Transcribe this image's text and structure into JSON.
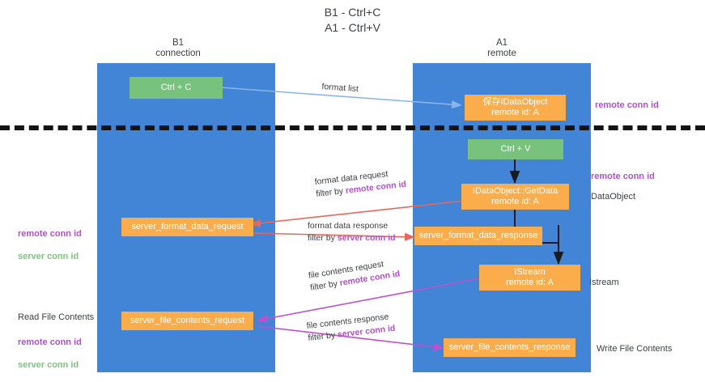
{
  "diagram": {
    "title": "B1 - Ctrl+C\nA1 - Ctrl+V",
    "lanes": [
      {
        "id": "b1",
        "title": "B1\nconnection",
        "color": "#4285d6"
      },
      {
        "id": "a1",
        "title": "A1\nremote",
        "color": "#4285d6"
      }
    ],
    "divider": {
      "style": "dashed",
      "color": "#141414"
    },
    "nodes": [
      {
        "id": "ctrl-c",
        "label": "Ctrl + C",
        "sub": "",
        "color": "#77c37d",
        "lane": "b1"
      },
      {
        "id": "save-idataobject",
        "label": "IDataObject",
        "overlay": "保存",
        "sub": "remote id: A",
        "color": "#fbad4c",
        "lane": "a1"
      },
      {
        "id": "ctrl-v",
        "label": "Ctrl + V",
        "sub": "",
        "color": "#77c37d",
        "lane": "a1"
      },
      {
        "id": "getdata",
        "label": "IDataObject::GetData",
        "sub": "remote id: A",
        "color": "#fbad4c",
        "lane": "a1"
      },
      {
        "id": "server-format-data-request",
        "label": "server_format_data_request",
        "sub": "",
        "color": "#fbad4c",
        "lane": "b1"
      },
      {
        "id": "server-format-data-response",
        "label": "server_format_data_response",
        "sub": "",
        "color": "#fbad4c",
        "lane": "a1"
      },
      {
        "id": "istream",
        "label": "IStream",
        "sub": "remote id: A",
        "color": "#fbad4c",
        "lane": "a1"
      },
      {
        "id": "server-file-contents-request",
        "label": "server_file_contents_request",
        "sub": "",
        "color": "#fbad4c",
        "lane": "b1"
      },
      {
        "id": "server-file-contents-response",
        "label": "server_file_contents_response",
        "sub": "",
        "color": "#fbad4c",
        "lane": "a1"
      }
    ],
    "edges": [
      {
        "id": "format-list",
        "line1": "format list",
        "line2": "",
        "filter": "",
        "color": "#8ab4e8"
      },
      {
        "id": "format-data-request",
        "line1": "format data request",
        "line2": "filter by ",
        "filter": "remote conn id",
        "color": "#e8675a"
      },
      {
        "id": "format-data-response",
        "line1": "format data response",
        "line2": "filter by ",
        "filter": "server conn id",
        "color": "#e8675a"
      },
      {
        "id": "file-contents-request",
        "line1": "file contents request",
        "line2": "filter by ",
        "filter": "remote conn id",
        "color": "#bf4fd0"
      },
      {
        "id": "file-contents-response",
        "line1": "file contents response",
        "line2": "filter by ",
        "filter": "server conn id",
        "color": "#bf4fd0"
      }
    ],
    "annotations_left": [
      {
        "id": "left-conn-ids",
        "line1": "remote conn id",
        "line2": "server conn id"
      },
      {
        "id": "read-file-contents",
        "text": "Read File Contents"
      },
      {
        "id": "left-conn-ids-2",
        "line1": "remote conn id",
        "line2": "server conn id"
      }
    ],
    "annotations_right": [
      {
        "id": "right-remote-conn-id-top",
        "text": "remote conn id"
      },
      {
        "id": "right-remote-conn-id-mid",
        "text": "remote conn id"
      },
      {
        "id": "right-dataobject",
        "text": "DataObject"
      },
      {
        "id": "right-istream",
        "text": "Istream"
      },
      {
        "id": "right-write-file-contents",
        "text": "Write File Contents"
      }
    ],
    "colors": {
      "lane": "#4285d6",
      "green_node": "#77c37d",
      "orange_node": "#fbad4c",
      "purple_text": "#b051c8",
      "green_text": "#7cc47f",
      "blue_arrow": "#8ab4e8",
      "red_arrow": "#e8675a",
      "magenta_arrow": "#bf4fd0"
    }
  }
}
